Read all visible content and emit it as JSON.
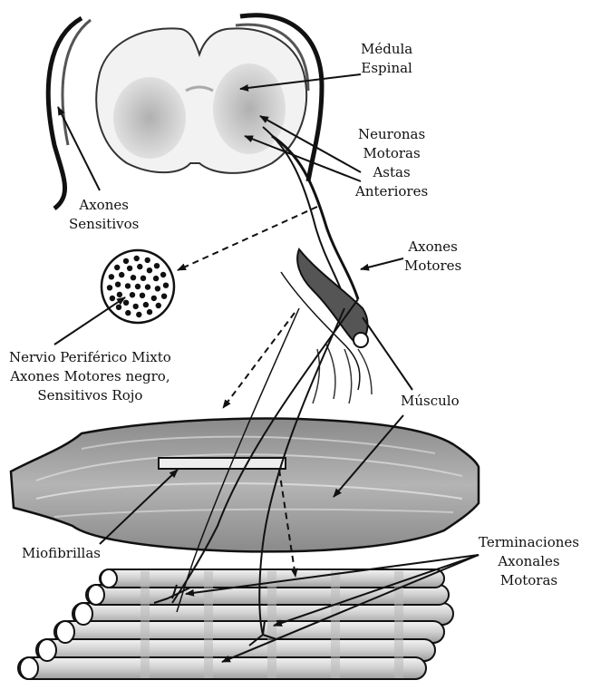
{
  "labels": {
    "medula": [
      "Médula",
      "Espinal"
    ],
    "neuronas": [
      "Neuronas",
      "Motoras",
      "Astas",
      "Anteriores"
    ],
    "axones_sensitivos": [
      "Axones",
      "Sensitivos"
    ],
    "axones_motores": [
      "Axones",
      "Motores"
    ],
    "nervio": [
      "Nervio Periférico Mixto",
      "Axones Motores negro,",
      "Sensitivos Rojo"
    ],
    "musculo": [
      "Músculo"
    ],
    "miofibrillas": [
      "Miofibrillas"
    ],
    "terminaciones": [
      "Terminaciones",
      "Axonales",
      "Motoras"
    ]
  },
  "colors": {
    "ink": "#111111",
    "gray_matter": "#b8b8b8",
    "muscle_fill": "#9a9a9a",
    "fiber_fill": "#dddddd"
  }
}
